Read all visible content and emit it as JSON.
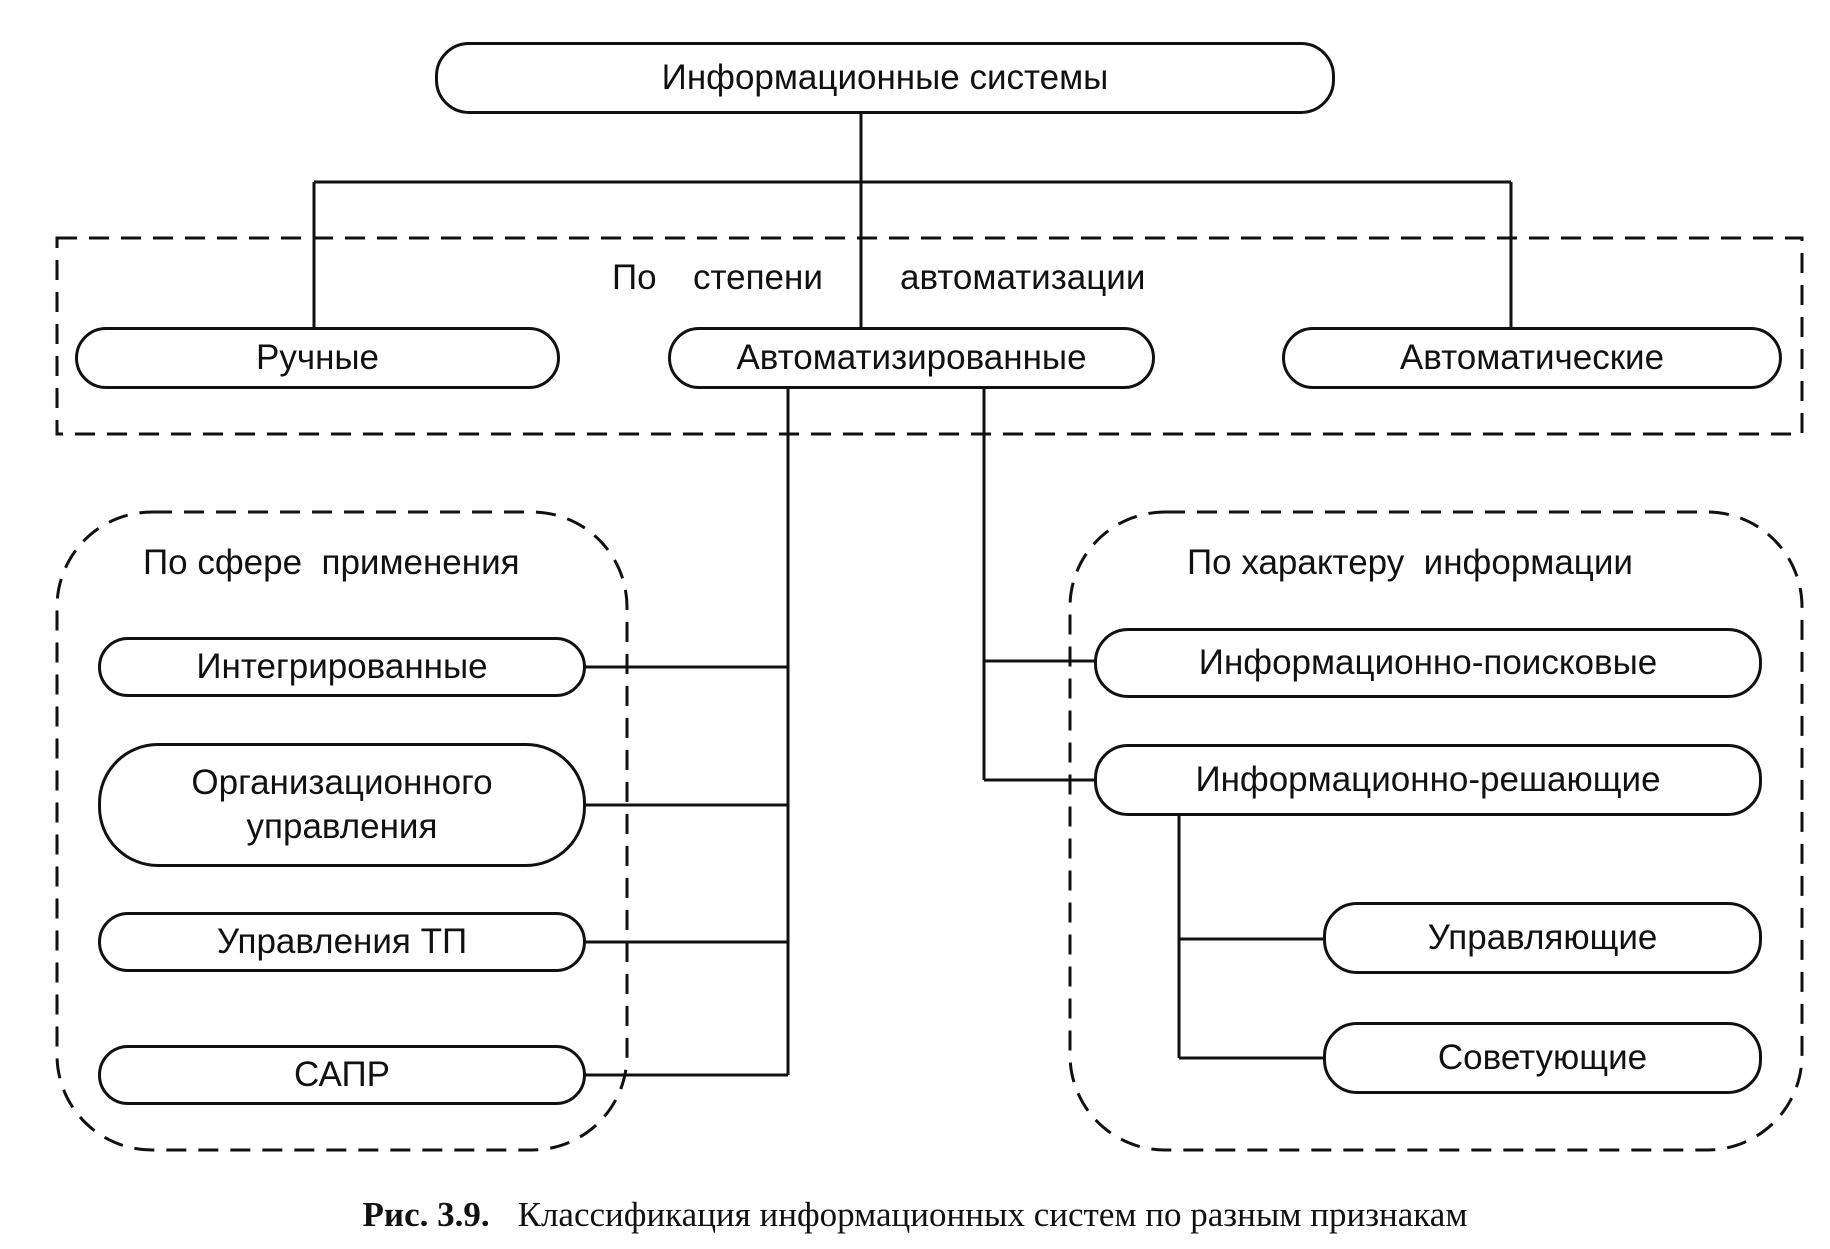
{
  "root": {
    "label": "Информационные системы"
  },
  "automation_group": {
    "label_words": [
      "По",
      "степени",
      "автоматизации"
    ],
    "items": [
      "Ручные",
      "Автоматизированные",
      "Автоматические"
    ]
  },
  "application_group": {
    "label": "По сфере  применения",
    "items": [
      "Интегрированные",
      "Организационного\nуправления",
      "Управления ТП",
      "САПР"
    ]
  },
  "information_group": {
    "label": "По характеру  информации",
    "items": [
      "Информационно-поисковые",
      "Информационно-решающие"
    ],
    "subitems": [
      "Управляющие",
      "Советующие"
    ]
  },
  "caption": {
    "number": "Рис. 3.9.",
    "text": "Классификация информационных систем по разным признакам"
  }
}
